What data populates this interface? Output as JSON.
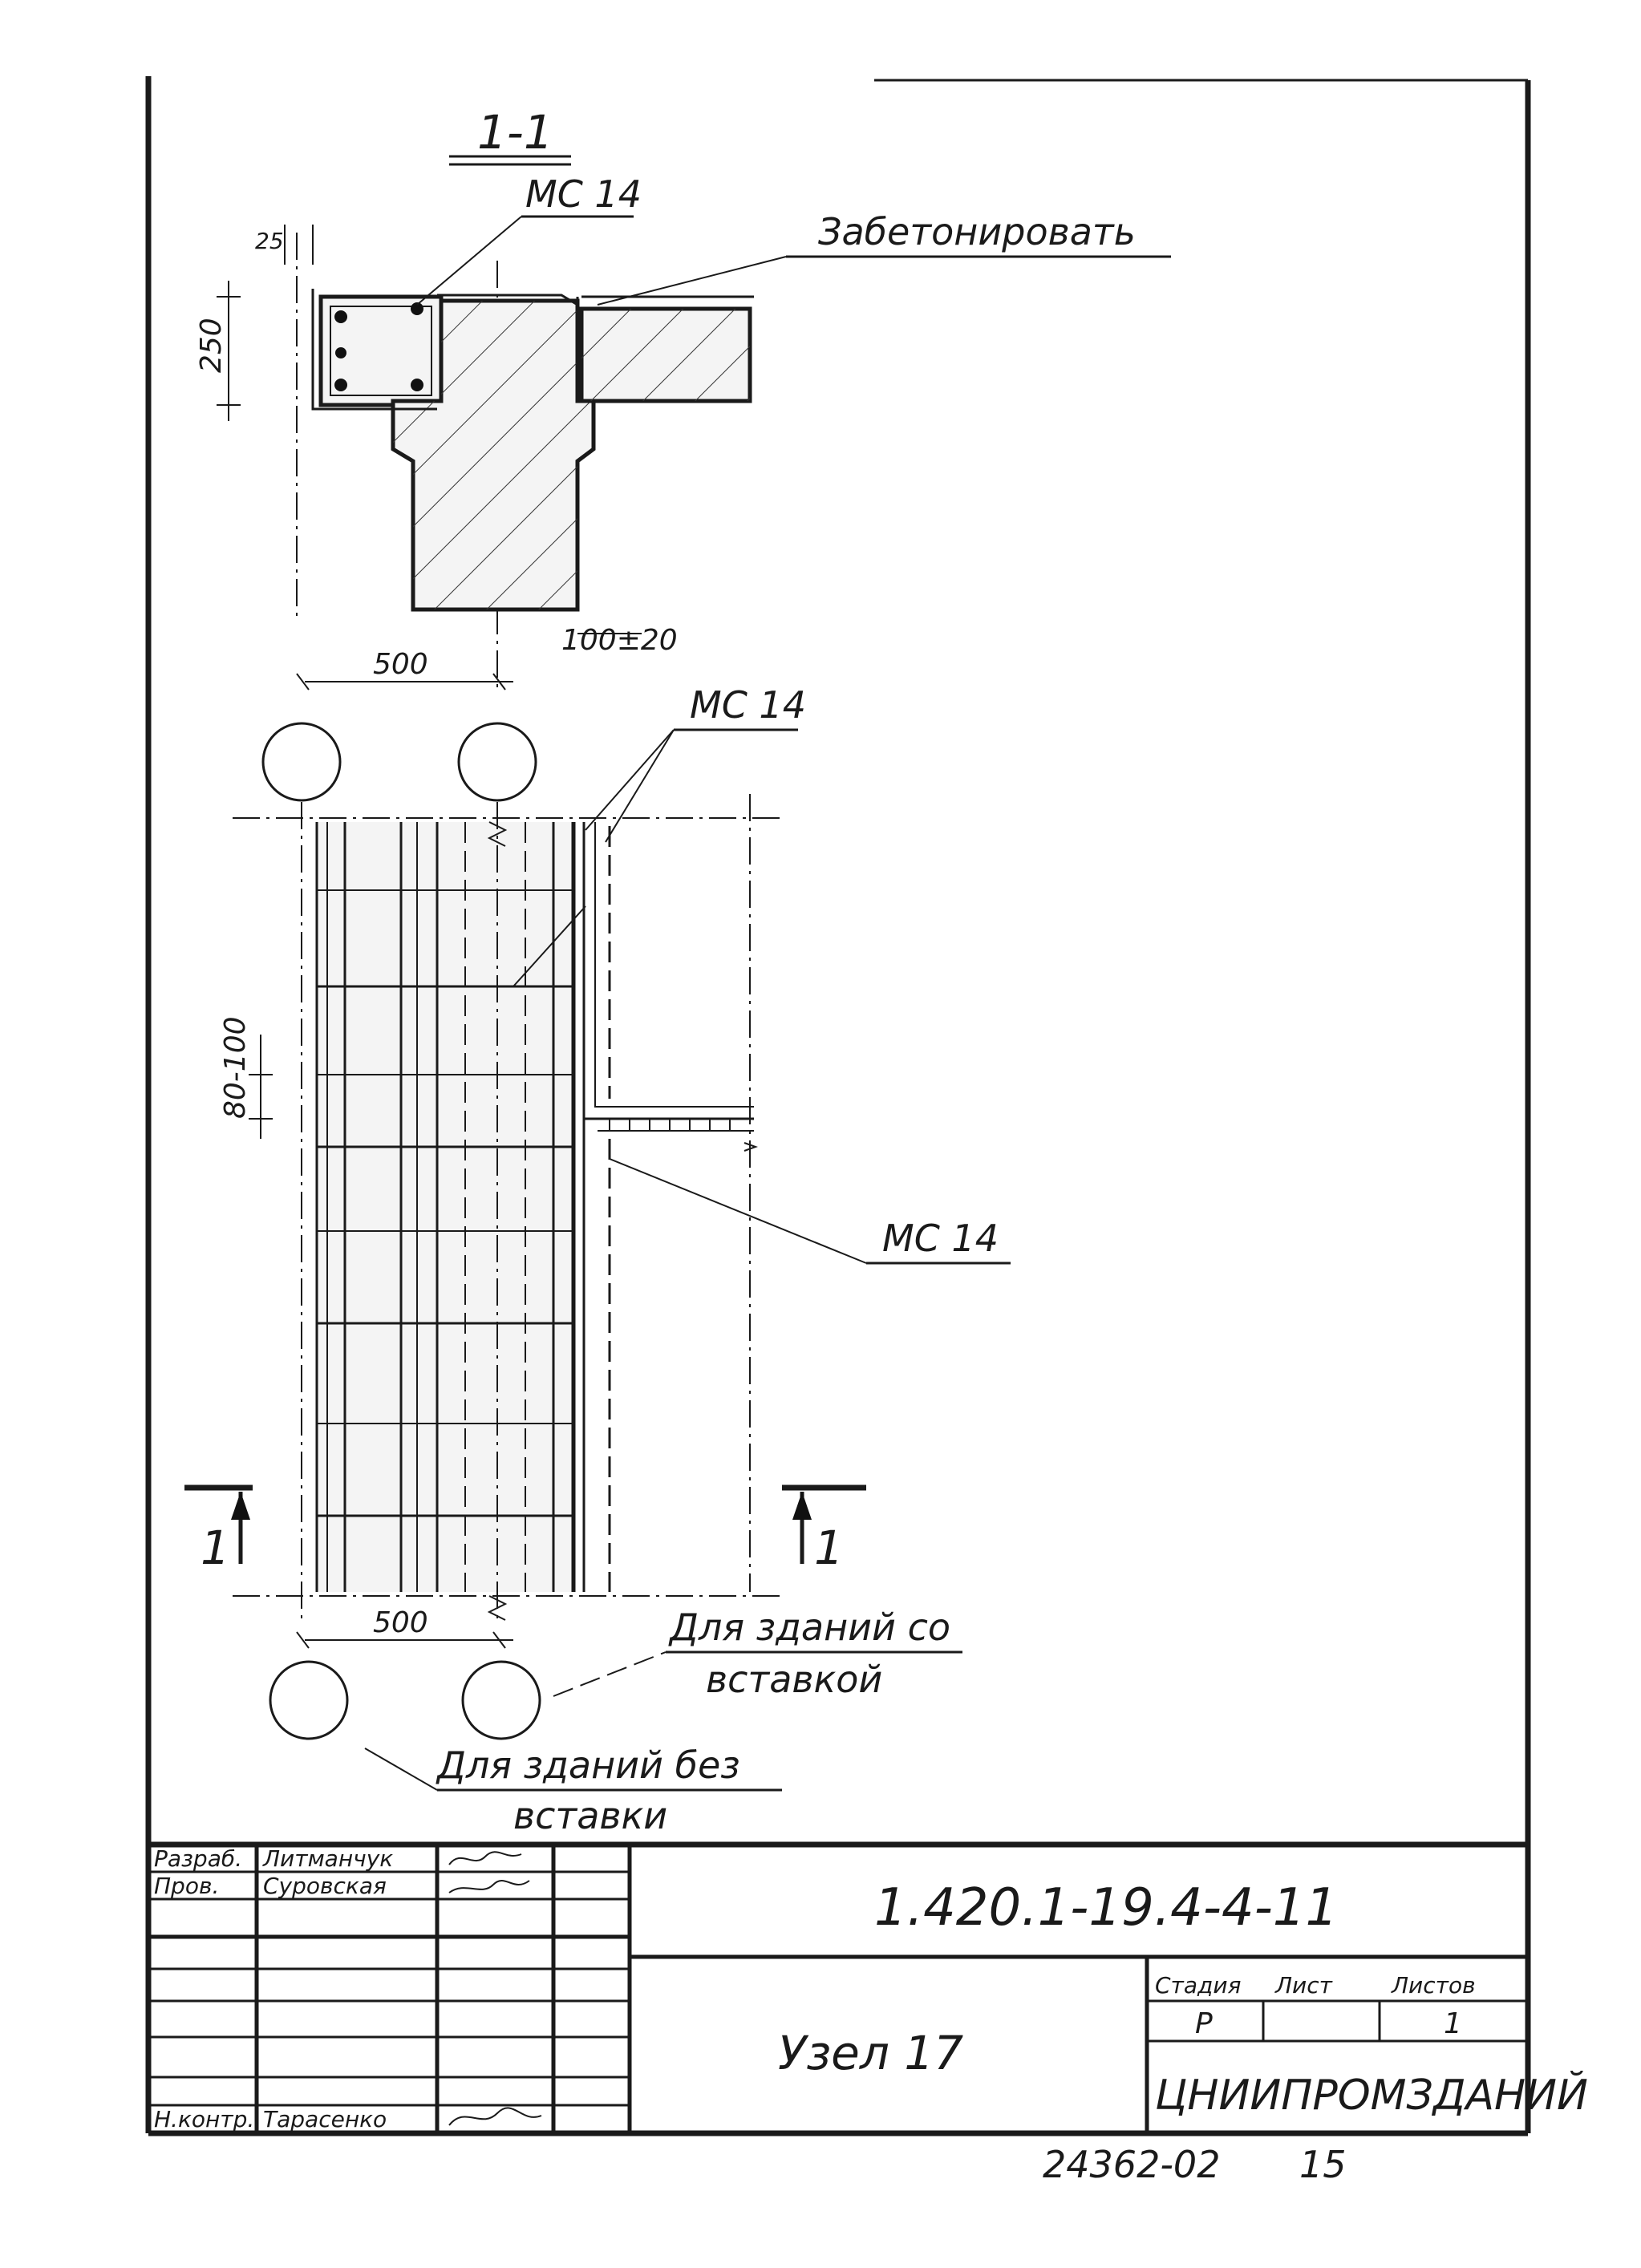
{
  "section": {
    "title": "1-1",
    "dim_edge": "25",
    "dim_height": "250",
    "dim_gap": "100±20",
    "mark_top": "МС 14",
    "fill_note": "Забетонировать"
  },
  "plan": {
    "dim_top": "500",
    "dim_bottom": "500",
    "dim_spacing": "80-100",
    "mark_upper": "МС 14",
    "mark_side": "МС 14",
    "cut_left": "1",
    "cut_right": "1",
    "note_with_insert_line1": "Для зданий со",
    "note_with_insert_line2": "вставкой",
    "note_without_insert_line1": "Для зданий без",
    "note_without_insert_line2": "вставки"
  },
  "title_block": {
    "roles": [
      "Разраб.",
      "Пров.",
      "",
      "",
      "",
      "",
      "Н.контр."
    ],
    "names": [
      "Литманчук",
      "Суровская",
      "",
      "",
      "",
      "",
      "Тарасенко"
    ],
    "drawing_number": "1.420.1-19.4-4-11",
    "drawing_name": "Узел 17",
    "stage_header": "Стадия",
    "sheet_header": "Лист",
    "sheets_header": "Листов",
    "stage_value": "Р",
    "sheets_value": "1",
    "organization": "ЦНИИПРОМЗДАНИЙ"
  },
  "footer": {
    "archive_number": "24362-02",
    "page_number": "15"
  }
}
